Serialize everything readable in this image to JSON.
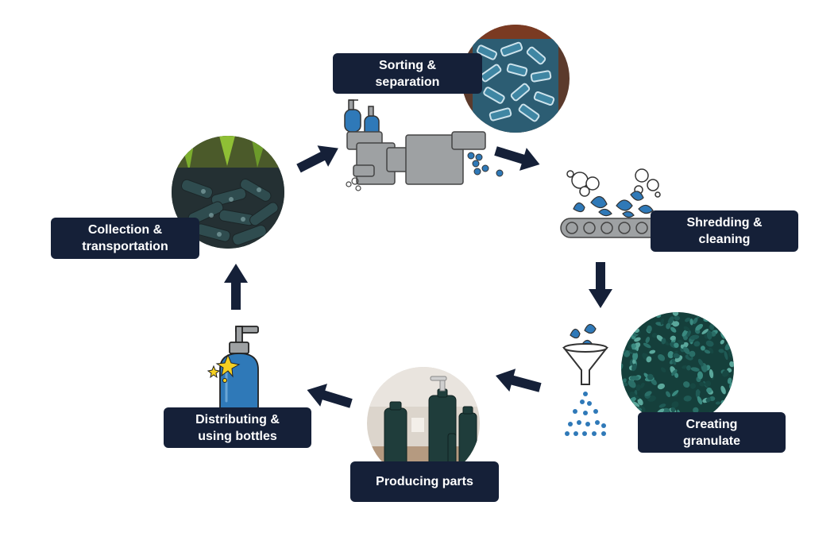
{
  "colors": {
    "label_bg": "#152038",
    "arrow": "#152038",
    "accent_blue": "#2f79b8",
    "machine_gray": "#9ea1a3",
    "granulate_green": "#1f5a55"
  },
  "steps": [
    {
      "id": "collection",
      "lines": [
        "Collection &",
        "transportation"
      ],
      "image": "collection-photo"
    },
    {
      "id": "sorting",
      "lines": [
        "Sorting &",
        "separation"
      ],
      "image": "sorting-photo"
    },
    {
      "id": "shredding",
      "lines": [
        "Shredding &",
        "cleaning"
      ],
      "image": "shredding-icon"
    },
    {
      "id": "granulate",
      "lines": [
        "Creating",
        "granulate"
      ],
      "image": "granulate-photo"
    },
    {
      "id": "producing",
      "lines": [
        "Producing parts"
      ],
      "image": "bottles-photo"
    },
    {
      "id": "distributing",
      "lines": [
        "Distributing &",
        "using bottles"
      ],
      "image": "pump-bottle-icon"
    }
  ]
}
